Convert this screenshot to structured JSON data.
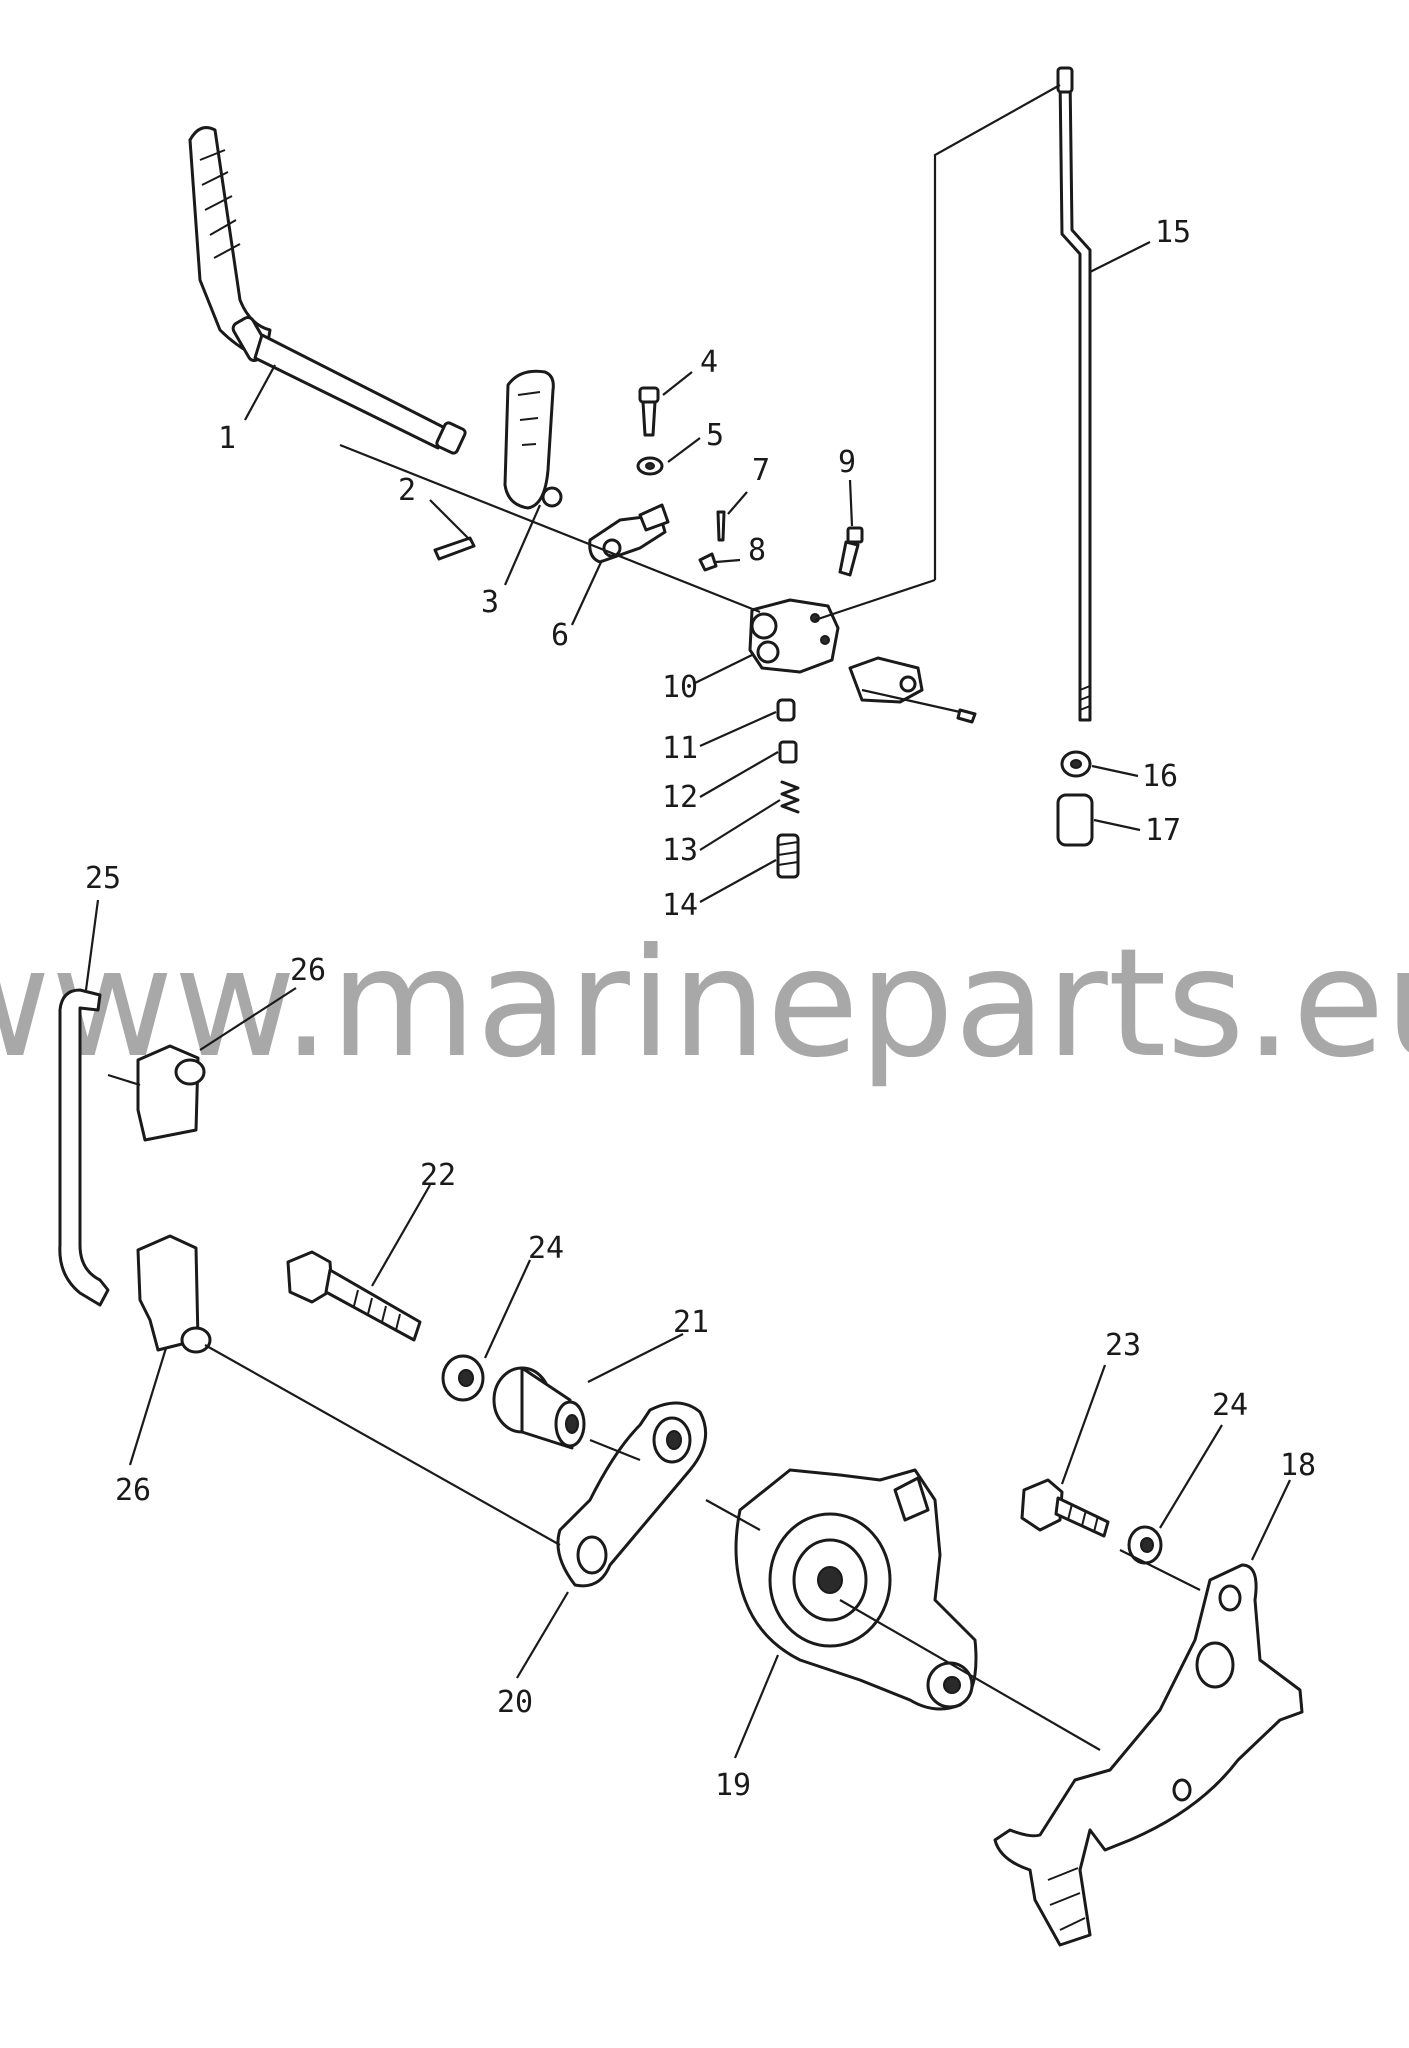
{
  "watermark": "www.marineparts.eu",
  "callouts": {
    "c1": "1",
    "c2": "2",
    "c3": "3",
    "c4": "4",
    "c5": "5",
    "c6": "6",
    "c7": "7",
    "c8": "8",
    "c9": "9",
    "c10": "10",
    "c11": "11",
    "c12": "12",
    "c13": "13",
    "c14": "14",
    "c15": "15",
    "c16": "16",
    "c17": "17",
    "c18": "18",
    "c19": "19",
    "c20": "20",
    "c21": "21",
    "c22": "22",
    "c23": "23",
    "c24a": "24",
    "c24b": "24",
    "c25": "25",
    "c26a": "26",
    "c26b": "26"
  }
}
